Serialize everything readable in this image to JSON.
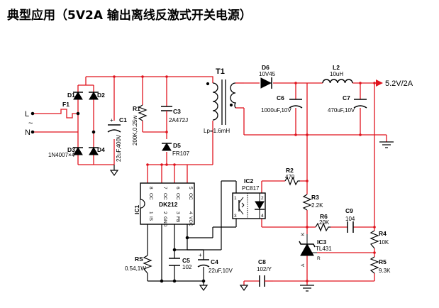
{
  "title": "典型应用（5V2A 输出离线反激式开关电源）",
  "input": {
    "line": "L",
    "neutral": "N",
    "ac_symbol": "~"
  },
  "output": {
    "label": "5.2V/2A"
  },
  "transformer": {
    "ref": "T1",
    "inductance": "Lp=1.6mH"
  },
  "components": {
    "F1": {
      "ref": "F1"
    },
    "D1": {
      "ref": "D1"
    },
    "D2": {
      "ref": "D2"
    },
    "D3": {
      "ref": "D3"
    },
    "D4": {
      "ref": "D4"
    },
    "bridge_note": "1N4007×4",
    "C1": {
      "ref": "C1",
      "value": "22uF,400V"
    },
    "R1": {
      "ref": "R1",
      "value": "200K,0.25w"
    },
    "C3": {
      "ref": "C3",
      "value": "2A472J"
    },
    "D5": {
      "ref": "D5",
      "value": "FR107"
    },
    "D6": {
      "ref": "D6",
      "value": "10V45"
    },
    "C6": {
      "ref": "C6",
      "value": "1000uF,10V"
    },
    "L2": {
      "ref": "L2",
      "value": "10uH"
    },
    "C7": {
      "ref": "C7",
      "value": "470uF,10V"
    },
    "IC1": {
      "ref": "IC1",
      "part": "DK212"
    },
    "IC2": {
      "ref": "IC2",
      "part": "PC817"
    },
    "R2": {
      "ref": "R2",
      "value": "470"
    },
    "R3": {
      "ref": "R3",
      "value": "2.2K"
    },
    "R6": {
      "ref": "R6",
      "value": "20K"
    },
    "C9": {
      "ref": "C9",
      "value": "104"
    },
    "R4": {
      "ref": "R4",
      "value": "10K"
    },
    "IC3": {
      "ref": "IC3",
      "part": "TL431",
      "k": "K",
      "a": "A",
      "r": "R"
    },
    "R5": {
      "ref": "R5",
      "value": "9.3K"
    },
    "RS": {
      "ref": "RS",
      "value": "0.54,1W"
    },
    "C5": {
      "ref": "C5",
      "value": "102"
    },
    "C4": {
      "ref": "C4",
      "value": "22uF,10V"
    },
    "C8": {
      "ref": "C8",
      "value": "102/Y"
    }
  },
  "ic1_pins": {
    "top": [
      "8",
      "7",
      "6",
      "5"
    ],
    "top_names": [
      "OC",
      "OC",
      "OC",
      "OC"
    ],
    "bottom": [
      "1",
      "2",
      "3",
      "4"
    ],
    "bottom_names": [
      "IS",
      "GND",
      "FB",
      "VCC"
    ]
  },
  "ic2_pins": [
    "1",
    "2",
    "3",
    "4"
  ]
}
